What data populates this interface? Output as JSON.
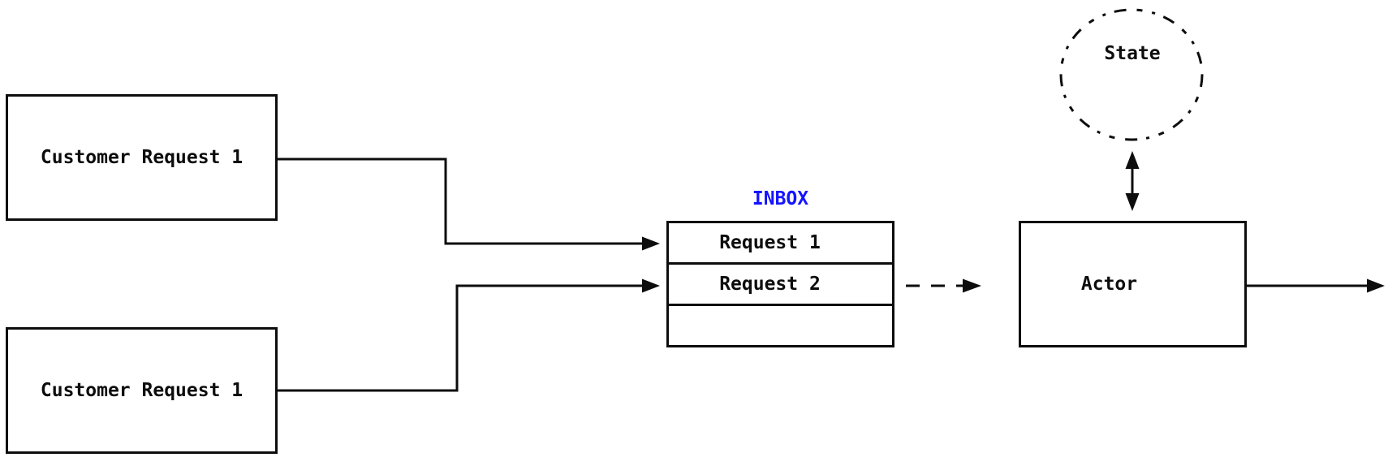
{
  "diagram": {
    "type": "actor-model-message-flow",
    "background_color": "#ffffff",
    "line_color": "#0d0d0d"
  },
  "nodes": {
    "customer_request_top": {
      "label": "Customer Request 1",
      "shape": "rectangle"
    },
    "customer_request_bottom": {
      "label": "Customer Request 1",
      "shape": "rectangle"
    },
    "inbox": {
      "title": "INBOX",
      "title_color": "#1414ff",
      "shape": "stack",
      "rows": [
        "Request 1",
        "Request 2",
        ""
      ]
    },
    "actor": {
      "label": "Actor",
      "shape": "rectangle"
    },
    "state": {
      "label": "State",
      "shape": "dashed-circle"
    }
  },
  "edges": [
    {
      "from": "customer_request_top",
      "to": "inbox_row_1",
      "style": "solid",
      "arrowhead": "end"
    },
    {
      "from": "customer_request_bottom",
      "to": "inbox_row_2",
      "style": "solid",
      "arrowhead": "end"
    },
    {
      "from": "inbox",
      "to": "actor",
      "style": "dashed",
      "arrowhead": "end"
    },
    {
      "from": "actor",
      "to": "state",
      "style": "solid",
      "arrowhead": "both"
    },
    {
      "from": "actor",
      "to": "offscreen_right",
      "style": "solid",
      "arrowhead": "end"
    }
  ]
}
